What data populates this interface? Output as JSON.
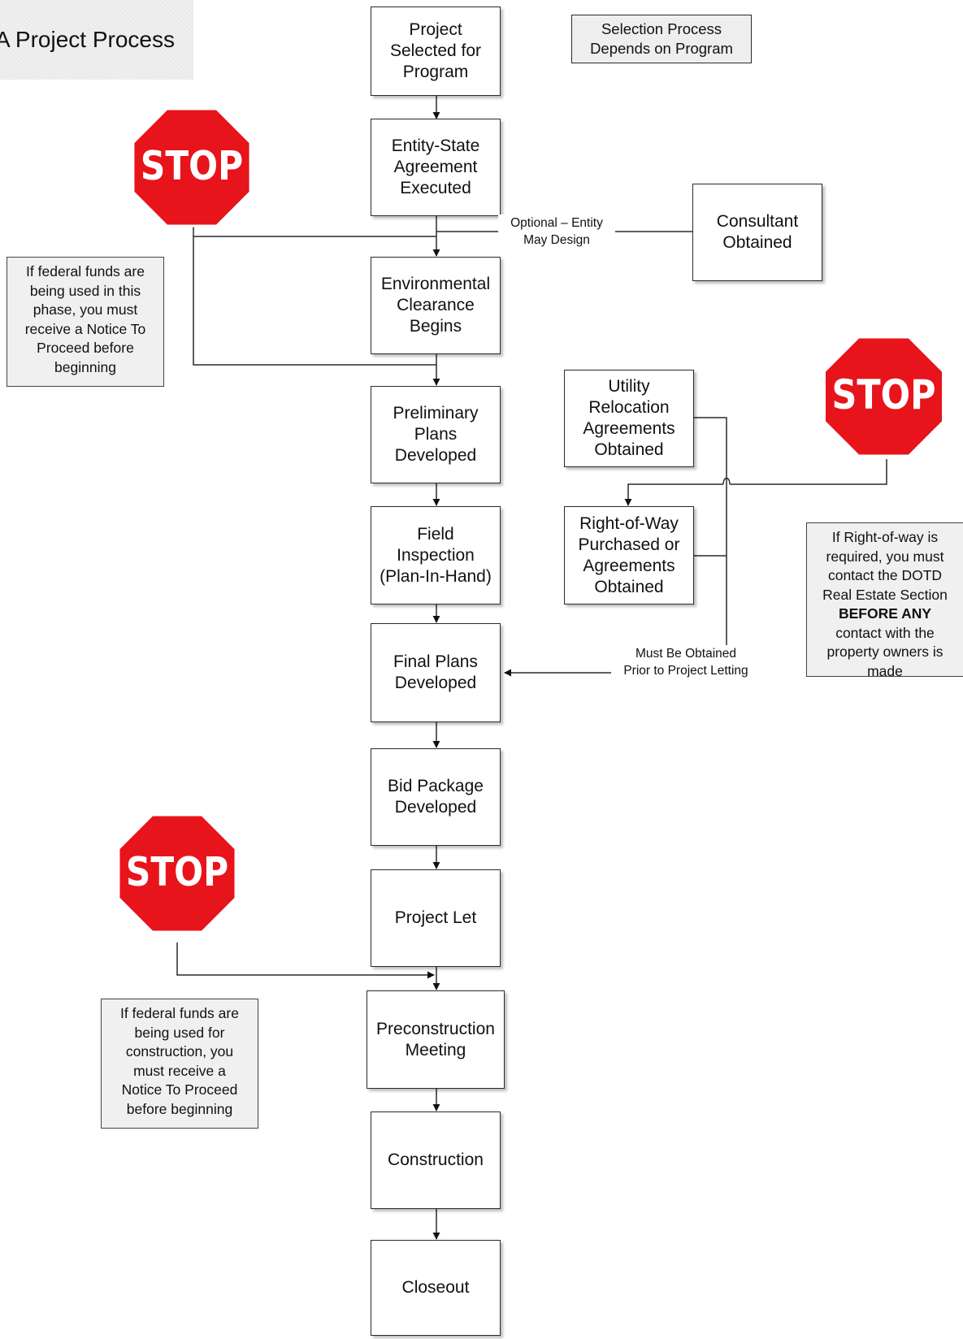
{
  "title": "A Project Process",
  "flow_steps": [
    "Project\nSelected for\nProgram",
    "Entity-State\nAgreement\nExecuted",
    "Environmental\nClearance\nBegins",
    "Preliminary\nPlans\nDeveloped",
    "Field\nInspection\n(Plan-In-Hand)",
    "Final Plans\nDeveloped",
    "Bid Package\nDeveloped",
    "Project Let",
    "Preconstruction\nMeeting",
    "Construction",
    "Closeout"
  ],
  "side_boxes": {
    "selection": "Selection Process\nDepends on Program",
    "consultant": "Consultant\nObtained",
    "utility": "Utility\nRelocation\nAgreements\nObtained",
    "row": "Right-of-Way\nPurchased or\nAgreements\nObtained"
  },
  "labels": {
    "optional": "Optional – Entity\nMay Design",
    "prior": "Must Be Obtained\nPrior to Project Letting"
  },
  "notes": {
    "federal_phase": "If federal funds are\nbeing used in this\nphase, you must\nreceive a Notice To\nProceed before\nbeginning",
    "row_pre": "If Right-of-way is\nrequired, you must\ncontact the DOTD\nReal Estate Section",
    "row_bold": "BEFORE ANY",
    "row_post": "contact with the\nproperty owners is\nmade",
    "federal_construction": "If federal funds are\nbeing used for\nconstruction, you\nmust receive a\nNotice To Proceed\nbefore beginning"
  },
  "stop_sign_text": "STOP",
  "colors": {
    "stop_red": "#e8141b",
    "line": "#2a2a2a",
    "note_fill": "#f0f0f0",
    "title_panel": "#efefef"
  }
}
